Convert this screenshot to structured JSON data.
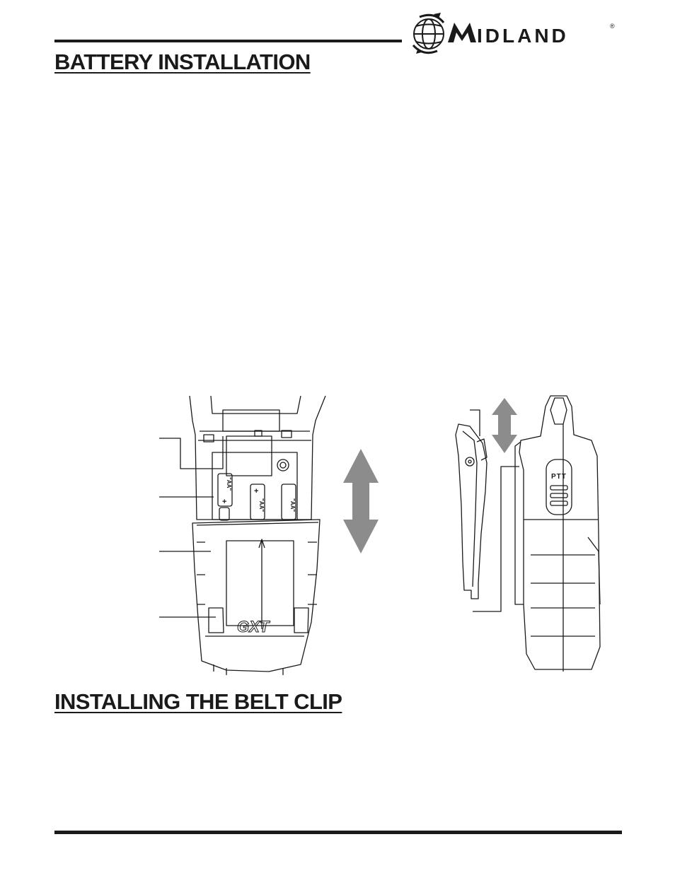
{
  "header": {
    "brand": "MIDLAND",
    "registered_mark": "®",
    "logo_icon": "globe-icon"
  },
  "sections": {
    "battery_installation": {
      "title": "BATTERY INSTALLATION"
    },
    "belt_clip": {
      "title": "INSTALLING THE BELT CLIP"
    }
  },
  "figures": {
    "battery_diagram": {
      "battery_marking": "\"AA\"",
      "plus_sign": "+",
      "model_mark": "GXT"
    },
    "belt_clip_diagram": {
      "ptt_label": "PTT"
    }
  },
  "colors": {
    "text": "#1a1a1a",
    "arrow_gray": "#8c8c8c",
    "line": "#1a1a1a"
  }
}
